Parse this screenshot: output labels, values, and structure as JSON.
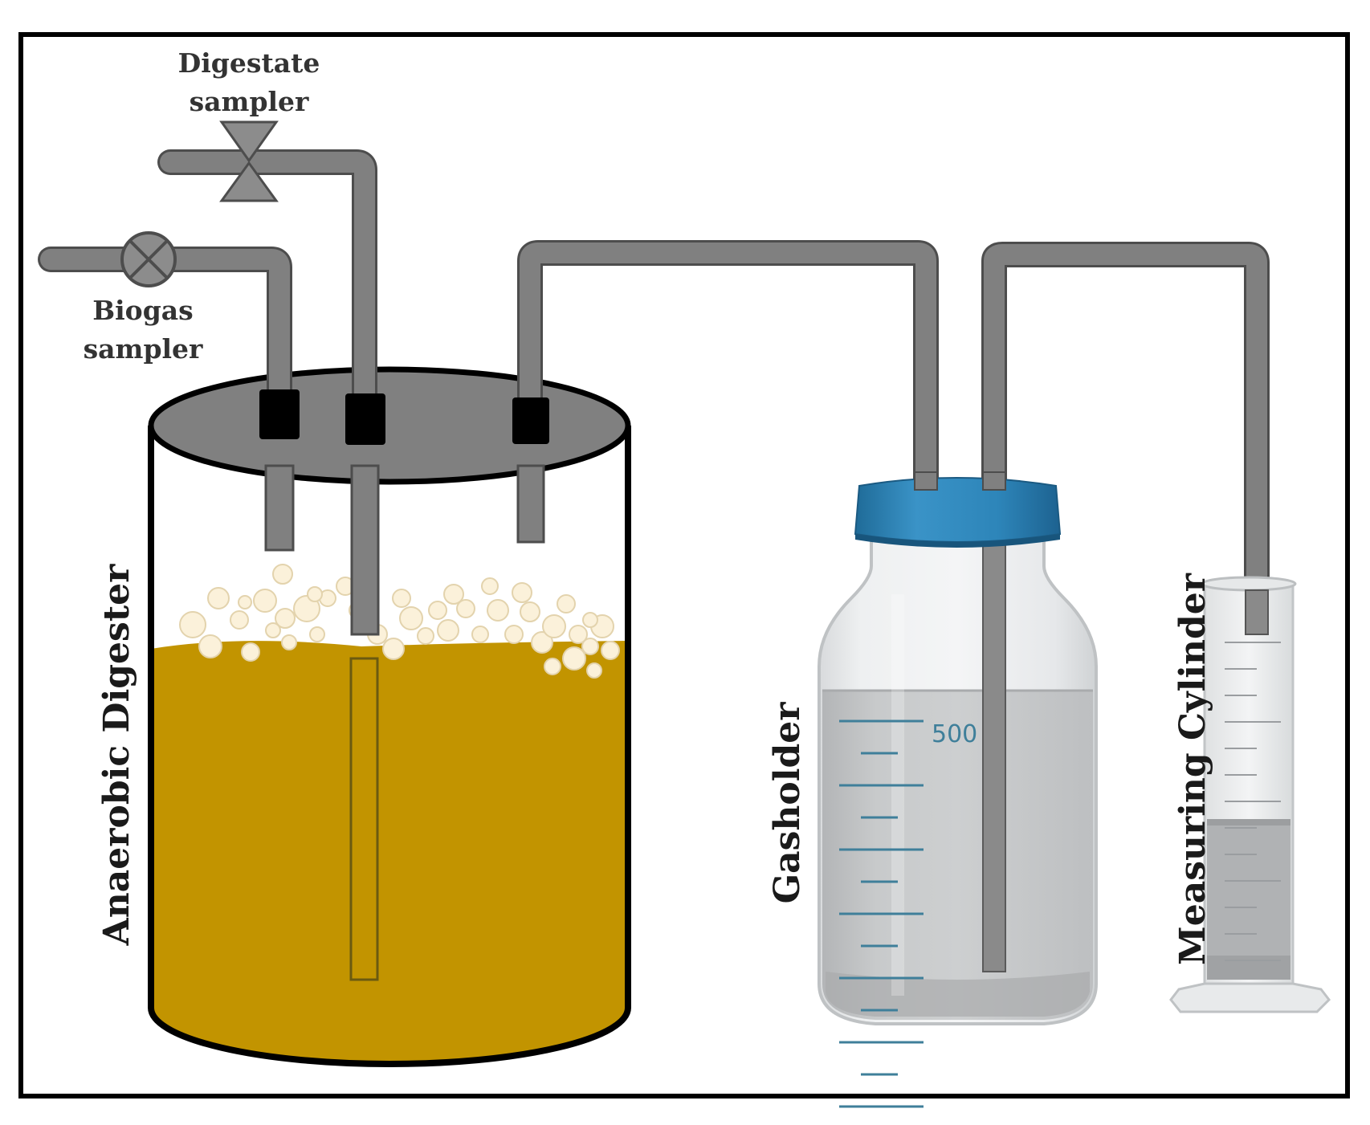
{
  "labels": {
    "digestate_sampler_line1": "Digestate",
    "digestate_sampler_line2": "sampler",
    "biogas_sampler_line1": "Biogas",
    "biogas_sampler_line2": "sampler",
    "anaerobic_digester": "Anaerobic Digester",
    "gasholder": "Gasholder",
    "measuring_cylinder": "Measuring Cylinder",
    "gasholder_scale_value": "500"
  },
  "colors": {
    "digestate": "#c29400",
    "lid": "#808080",
    "pipe": "#808080",
    "cap": "#2f80b0",
    "bubble": "#fbf1da",
    "scale": "#3f7f9a"
  }
}
